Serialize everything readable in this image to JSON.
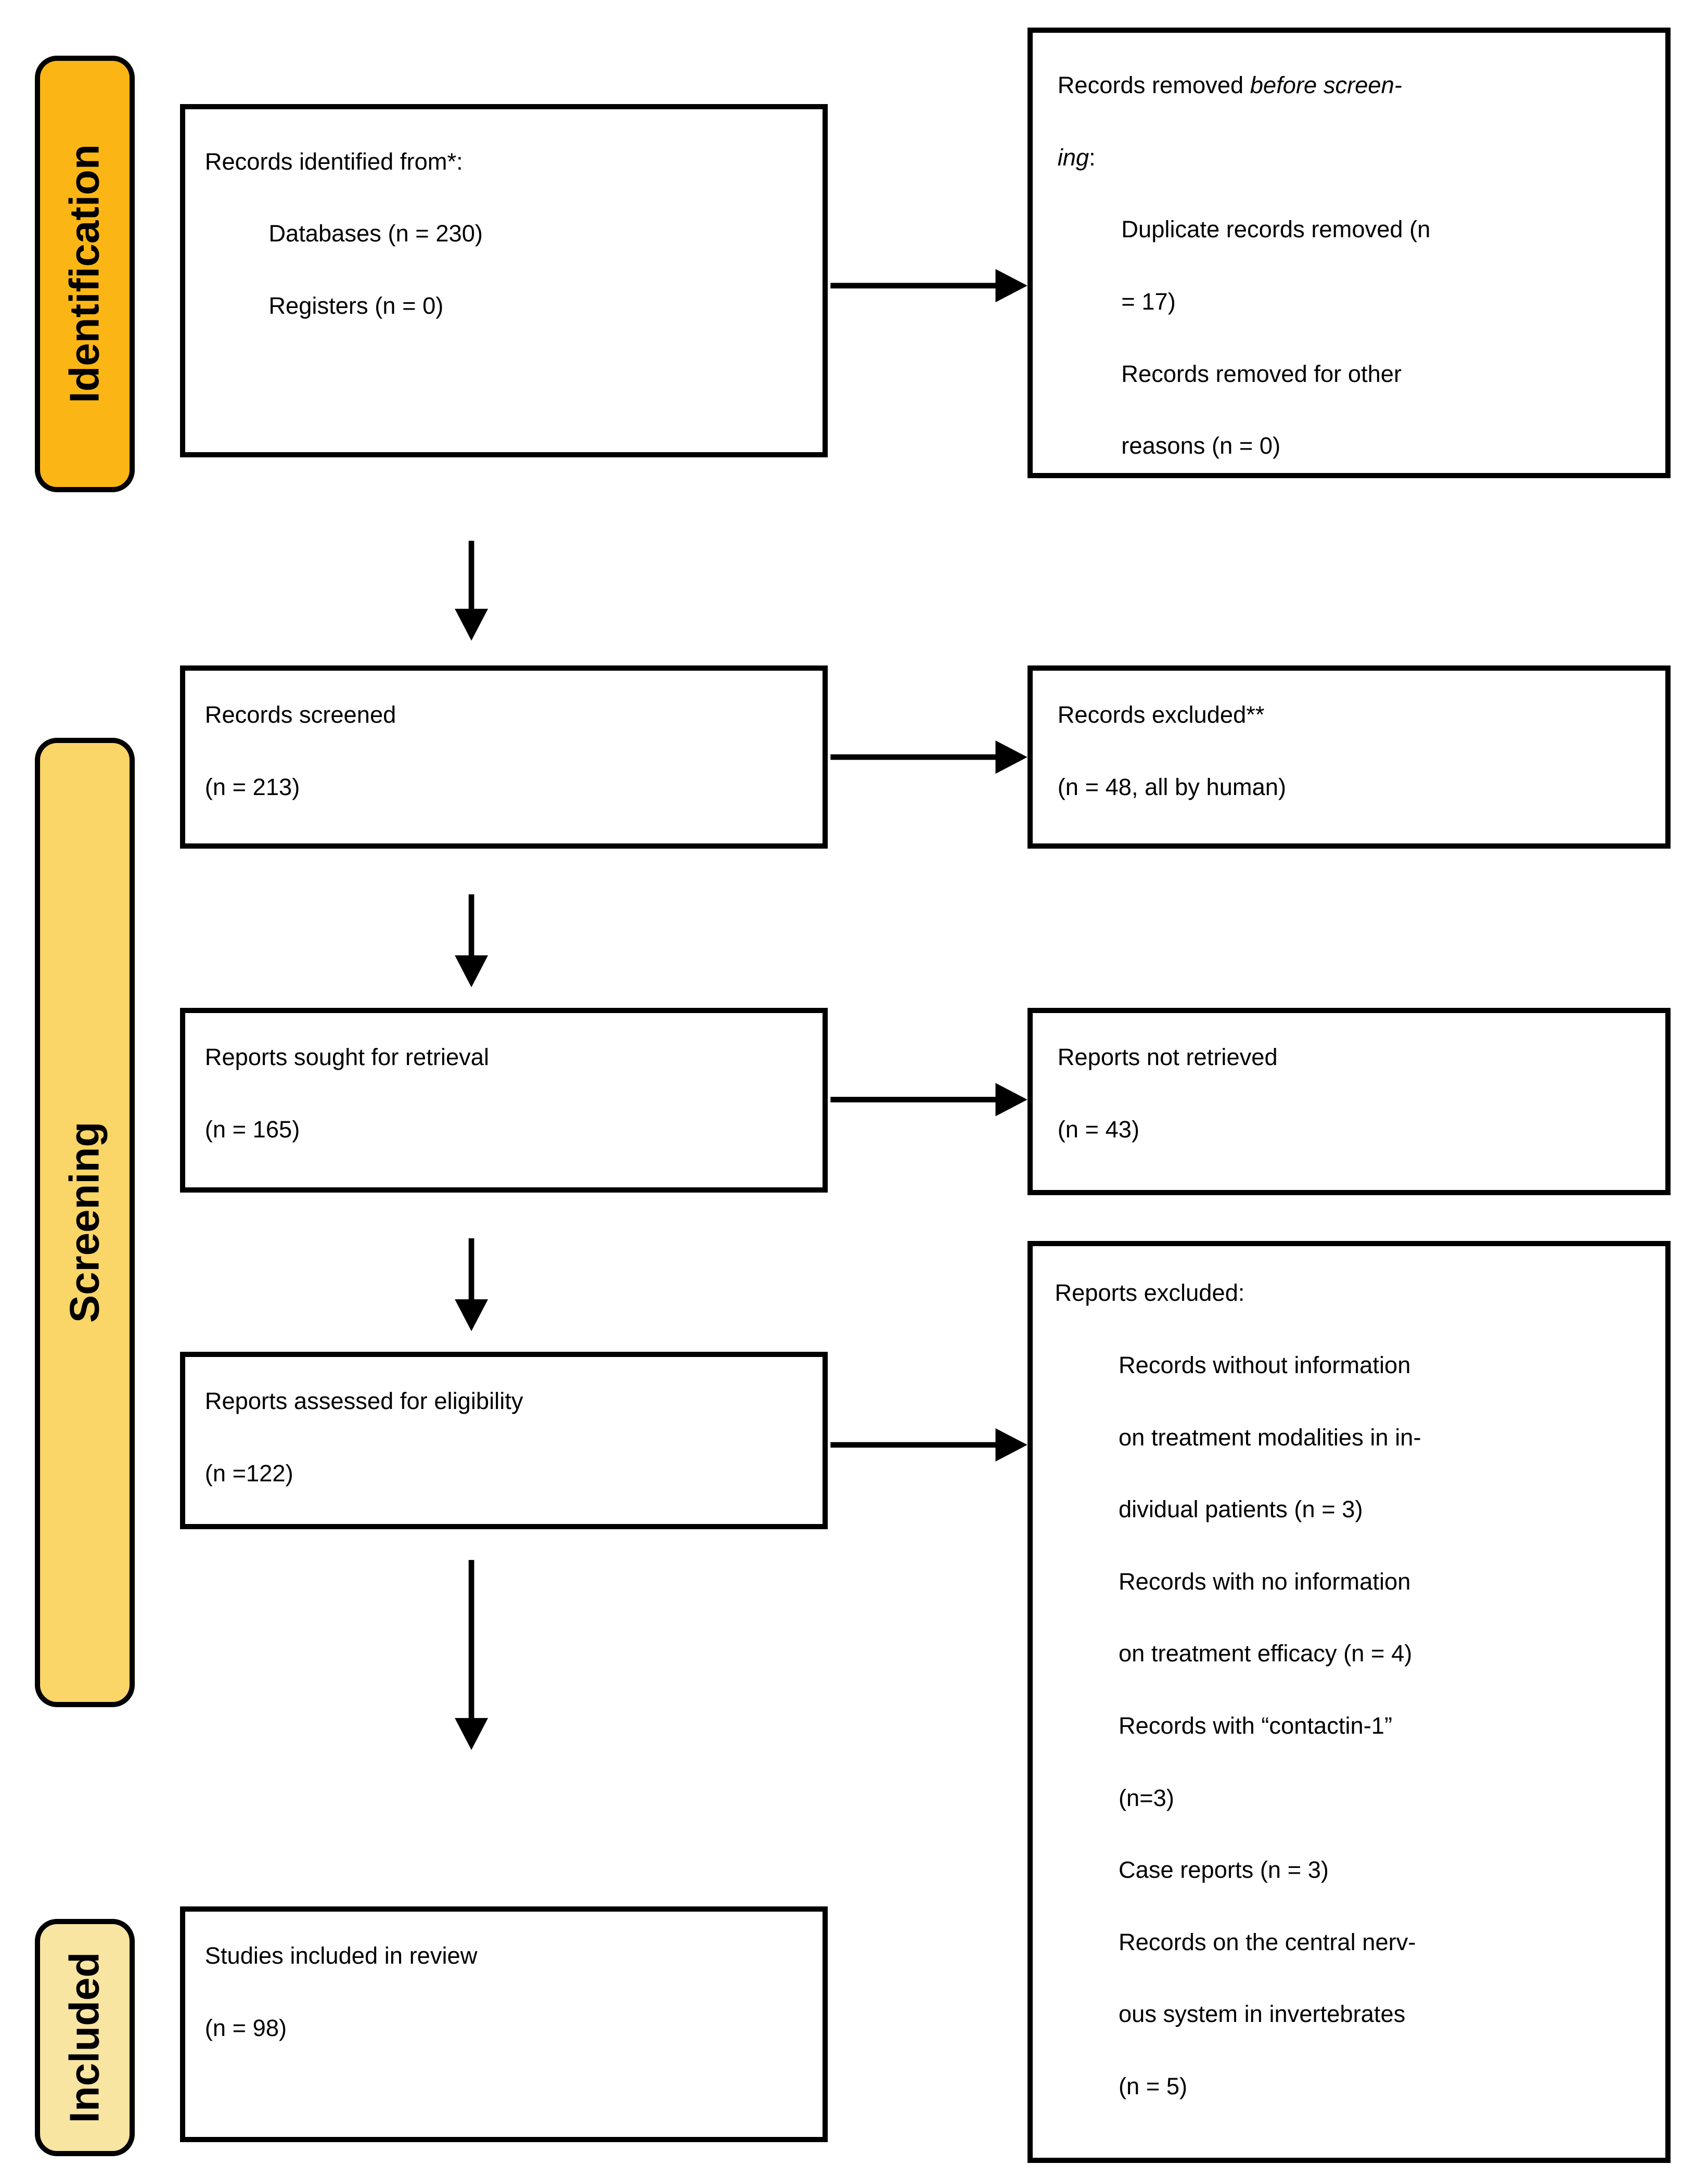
{
  "stage_labels": [
    {
      "id": "identification",
      "text": "Identification"
    },
    {
      "id": "screening",
      "text": "Screening"
    },
    {
      "id": "included",
      "text": "Included"
    }
  ],
  "colors": {
    "identification_fill": "#FBB615",
    "screening_fill": "#FAD567",
    "included_fill": "#F8E5A1",
    "box_border": "#000000",
    "arrow": "#000000",
    "background": "#FFFFFF"
  },
  "boxes": {
    "identified": {
      "lines": [
        {
          "ind": 0,
          "segs": [
            {
              "t": "Records identified from*:"
            }
          ]
        },
        {
          "ind": 1,
          "segs": [
            {
              "t": "Databases (n = 230)"
            }
          ]
        },
        {
          "ind": 1,
          "segs": [
            {
              "t": "Registers (n = 0)"
            }
          ]
        }
      ]
    },
    "removed": {
      "lines": [
        {
          "ind": 0,
          "segs": [
            {
              "t": "Records removed "
            },
            {
              "t": "before screen-",
              "i": 1
            }
          ]
        },
        {
          "ind": 0,
          "segs": [
            {
              "t": "ing",
              "i": 1
            },
            {
              "t": ":"
            }
          ]
        },
        {
          "ind": 1,
          "segs": [
            {
              "t": "Duplicate records removed (n"
            }
          ]
        },
        {
          "ind": 1,
          "segs": [
            {
              "t": "= 17)"
            }
          ]
        },
        {
          "ind": 1,
          "segs": [
            {
              "t": "Records removed for other"
            }
          ]
        },
        {
          "ind": 1,
          "segs": [
            {
              "t": "reasons (n = 0)"
            }
          ]
        }
      ]
    },
    "screened": {
      "lines": [
        {
          "ind": 0,
          "segs": [
            {
              "t": "Records screened"
            }
          ]
        },
        {
          "ind": 0,
          "segs": [
            {
              "t": "(n = 213)"
            }
          ]
        }
      ]
    },
    "excluded": {
      "lines": [
        {
          "ind": 0,
          "segs": [
            {
              "t": "Records excluded**"
            }
          ]
        },
        {
          "ind": 0,
          "segs": [
            {
              "t": "(n = 48, all by human)"
            }
          ]
        }
      ]
    },
    "sought": {
      "lines": [
        {
          "ind": 0,
          "segs": [
            {
              "t": "Reports sought for retrieval"
            }
          ]
        },
        {
          "ind": 0,
          "segs": [
            {
              "t": "(n = 165)"
            }
          ]
        }
      ]
    },
    "not_retrieved": {
      "lines": [
        {
          "ind": 0,
          "segs": [
            {
              "t": "Reports not retrieved"
            }
          ]
        },
        {
          "ind": 0,
          "segs": [
            {
              "t": "(n = 43)"
            }
          ]
        }
      ]
    },
    "assessed": {
      "lines": [
        {
          "ind": 0,
          "segs": [
            {
              "t": "Reports assessed for eligibility"
            }
          ]
        },
        {
          "ind": 0,
          "segs": [
            {
              "t": "(n =122)"
            }
          ]
        }
      ]
    },
    "reports_excluded": {
      "lines": [
        {
          "ind": 0,
          "segs": [
            {
              "t": "Reports excluded:"
            }
          ]
        },
        {
          "ind": 1,
          "segs": [
            {
              "t": "Records without information"
            }
          ]
        },
        {
          "ind": 1,
          "segs": [
            {
              "t": "on treatment modalities in in-"
            }
          ]
        },
        {
          "ind": 1,
          "segs": [
            {
              "t": "dividual patients (n = 3)"
            }
          ]
        },
        {
          "ind": 1,
          "segs": [
            {
              "t": "Records with no information"
            }
          ]
        },
        {
          "ind": 1,
          "segs": [
            {
              "t": "on treatment efficacy (n = 4)"
            }
          ]
        },
        {
          "ind": 1,
          "segs": [
            {
              "t": "Records with “contactin-1”"
            }
          ]
        },
        {
          "ind": 1,
          "segs": [
            {
              "t": "(n=3)"
            }
          ]
        },
        {
          "ind": 1,
          "segs": [
            {
              "t": "Case reports (n = 3)"
            }
          ]
        },
        {
          "ind": 1,
          "segs": [
            {
              "t": "Records on the central nerv-"
            }
          ]
        },
        {
          "ind": 1,
          "segs": [
            {
              "t": "ous system in invertebrates"
            }
          ]
        },
        {
          "ind": 1,
          "segs": [
            {
              "t": "(n = 5)"
            }
          ]
        }
      ]
    },
    "studies": {
      "lines": [
        {
          "ind": 0,
          "segs": [
            {
              "t": "Studies included in review"
            }
          ]
        },
        {
          "ind": 0,
          "segs": [
            {
              "t": "(n = 98)"
            }
          ]
        }
      ]
    }
  }
}
